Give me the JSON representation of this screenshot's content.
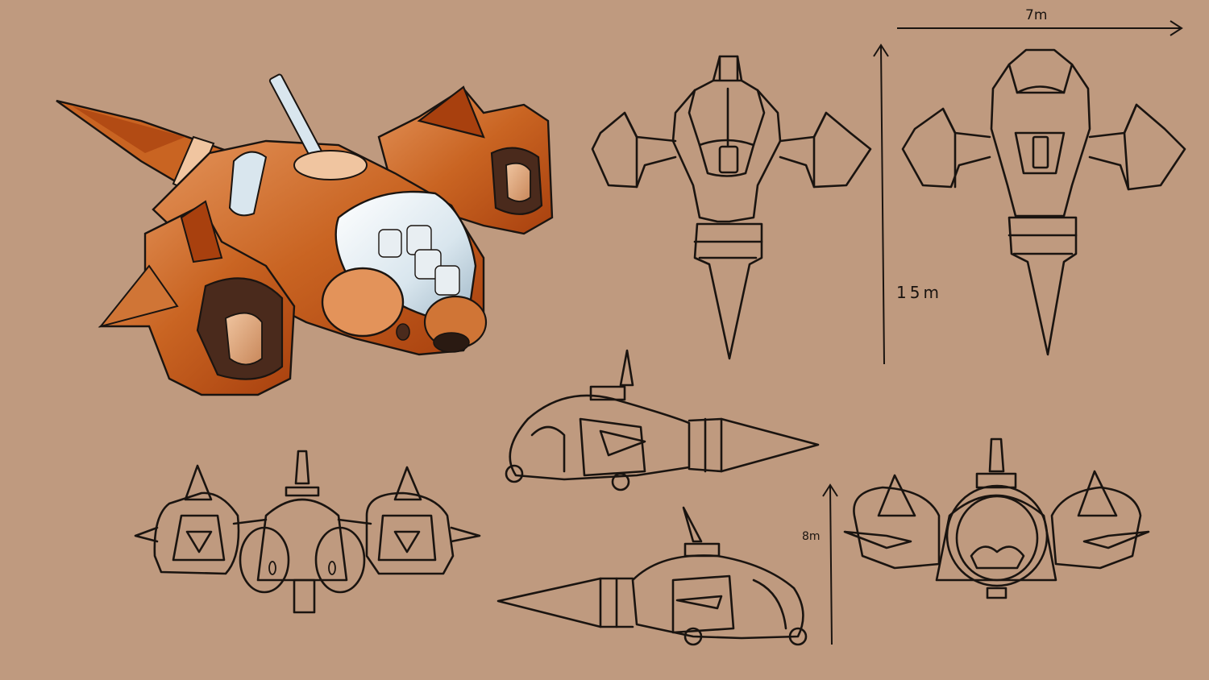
{
  "colors": {
    "background": "#bf9a7f",
    "hull_dark": "#a8400e",
    "hull_mid": "#c96422",
    "hull_light": "#e3935a",
    "hull_pale": "#f0c5a0",
    "canopy": "#d9e6ee",
    "intake_dark": "#4a2a1c",
    "line": "#1a1410"
  },
  "dimensions": {
    "width_label": "7m",
    "length_label": "15m",
    "height_label": "8m"
  }
}
